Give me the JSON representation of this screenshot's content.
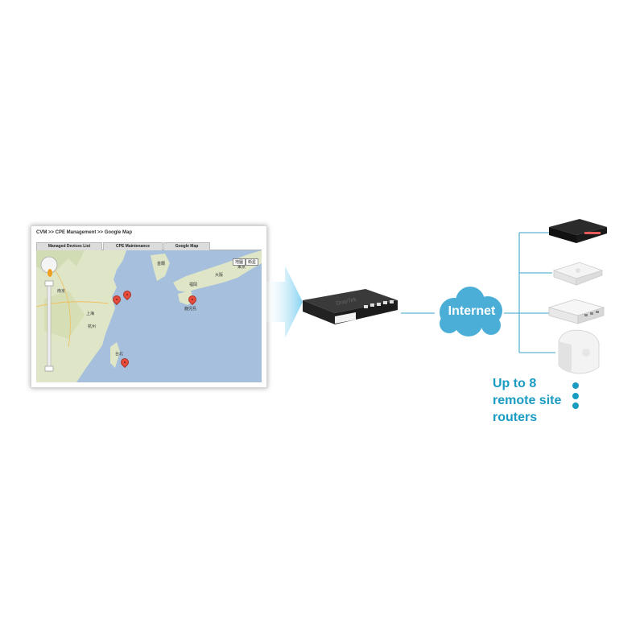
{
  "cvm_screenshot": {
    "breadcrumb": "CVM >> CPE Management >> Google Map",
    "tabs": [
      {
        "label": "Managed Devices List"
      },
      {
        "label": "CPE Maintenance"
      },
      {
        "label": "Google Map"
      }
    ],
    "map_type_buttons": [
      "地圖",
      "衛星"
    ],
    "map_labels": [
      "上海",
      "杭州",
      "南京",
      "台北",
      "東京",
      "大阪",
      "福岡",
      "首爾",
      "鹿児島"
    ]
  },
  "hub_router": {
    "brand": "DrayTek"
  },
  "internet": {
    "label": "Internet"
  },
  "caption": {
    "line1": "Up to 8",
    "line2": "remote site",
    "line3": "routers"
  },
  "colors": {
    "accent": "#1a9bc2",
    "cloud": "#4aaed6",
    "line": "#5fb4d6",
    "map_sea": "#a5bfdd",
    "map_land": "#dfe6c8"
  },
  "remote_devices": [
    {
      "icon": "black-router-icon"
    },
    {
      "icon": "white-flat-router-icon"
    },
    {
      "icon": "white-desktop-router-icon"
    },
    {
      "icon": "white-vertical-router-icon"
    }
  ]
}
